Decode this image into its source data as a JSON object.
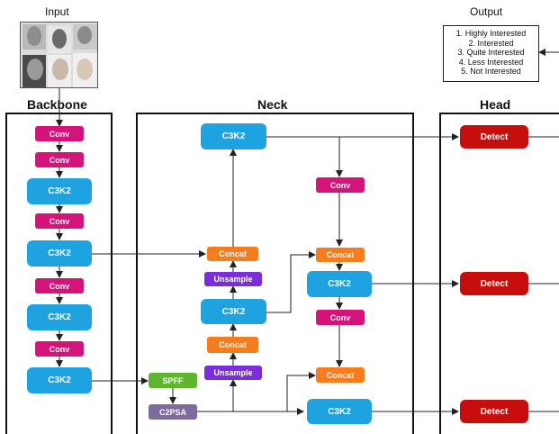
{
  "labels": {
    "input": "Input",
    "output": "Output",
    "backbone": "Backbone",
    "neck": "Neck",
    "head": "Head"
  },
  "output_list": [
    "1. Highly Interested",
    "2. Interested",
    "3. Quite Interested",
    "4. Less Interested",
    "5. Not Interested"
  ],
  "nodes": {
    "bb_conv1": "Conv",
    "bb_conv2": "Conv",
    "bb_c3k2_1": "C3K2",
    "bb_conv3": "Conv",
    "bb_c3k2_2": "C3K2",
    "bb_conv4": "Conv",
    "bb_c3k2_3": "C3K2",
    "bb_conv5": "Conv",
    "bb_c3k2_4": "C3K2",
    "spff": "SPFF",
    "c2psa": "C2PSA",
    "nk_c3k2_top": "C3K2",
    "nk_concat1": "Concat",
    "nk_unsample1": "Unsample",
    "nk_c3k2_mid": "C3K2",
    "nk_concat2": "Concat",
    "nk_unsample2": "Unsample",
    "nk_conv_a": "Conv",
    "nk_concat3": "Concat",
    "nk_c3k2_r1": "C3K2",
    "nk_conv_b": "Conv",
    "nk_concat4": "Concat",
    "nk_c3k2_r2": "C3K2",
    "detect1": "Detect",
    "detect2": "Detect",
    "detect3": "Detect"
  },
  "colors": {
    "conv": "#d4147a",
    "c3k2": "#1fa3e0",
    "concat": "#f57c1f",
    "unsample": "#7b2ddb",
    "spff": "#5fb52d",
    "c2psa": "#7e6a9c",
    "detect": "#c80d0d"
  }
}
